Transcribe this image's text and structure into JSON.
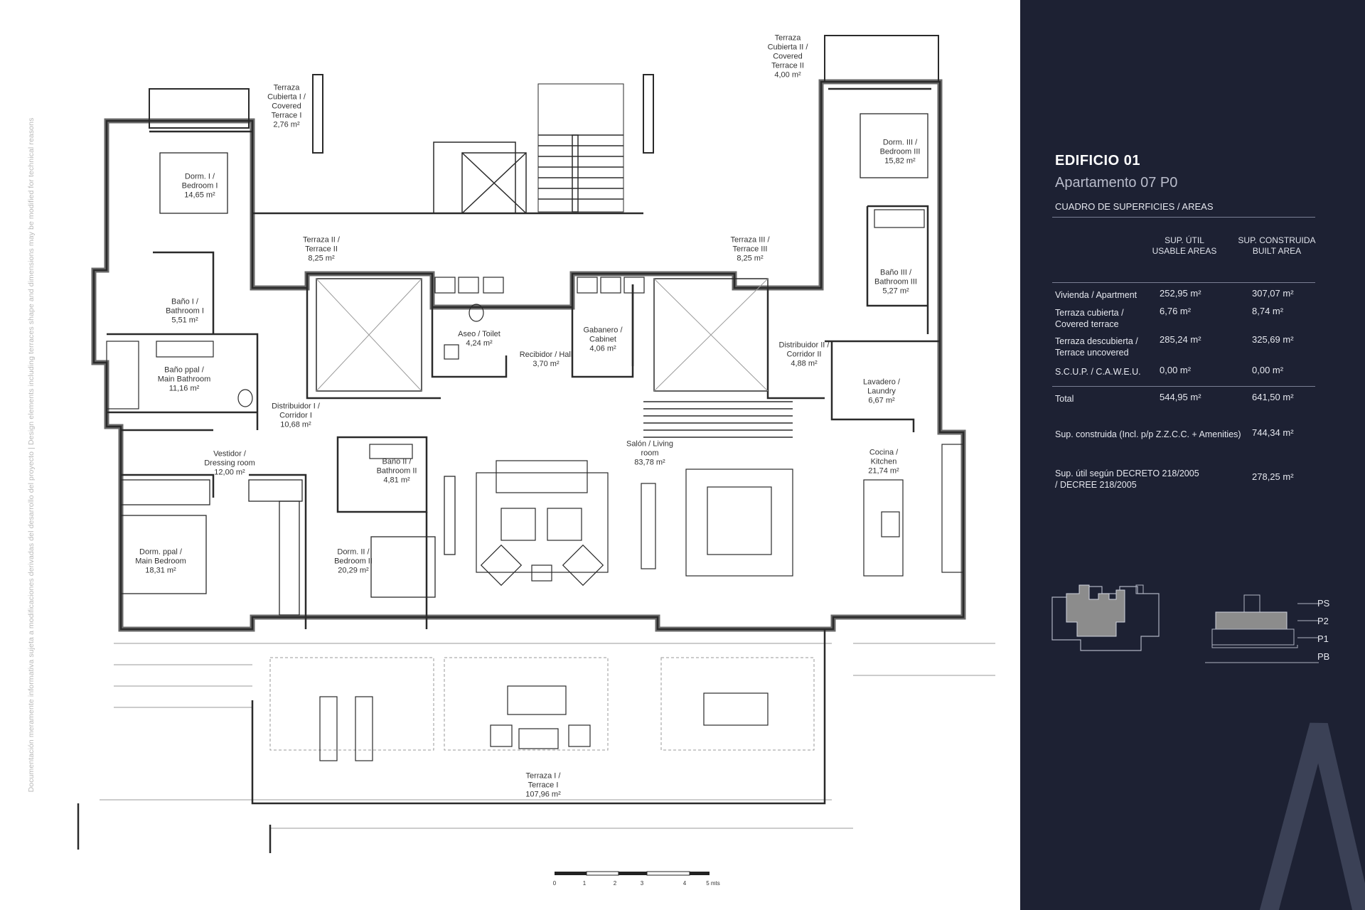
{
  "side_note": "Documentación meramente informativa sujeta a modificaciones derivadas del desarrollo del proyecto | Design elements including terraces shape and dimensions may be modified for technical reasons",
  "rooms": [
    {
      "id": "terraza-cubierta-1",
      "lines": [
        "Terraza",
        "Cubierta I /",
        "Covered",
        "Terrace I",
        "2,76 m²"
      ]
    },
    {
      "id": "terraza-cubierta-2",
      "lines": [
        "Terraza",
        "Cubierta II /",
        "Covered",
        "Terrace II",
        "4,00 m²"
      ]
    },
    {
      "id": "dorm-1",
      "lines": [
        "Dorm. I /",
        "Bedroom I",
        "14,65 m²"
      ]
    },
    {
      "id": "dorm-3",
      "lines": [
        "Dorm. III /",
        "Bedroom III",
        "15,82 m²"
      ]
    },
    {
      "id": "terraza-2",
      "lines": [
        "Terraza II /",
        "Terrace II",
        "8,25 m²"
      ]
    },
    {
      "id": "terraza-3",
      "lines": [
        "Terraza III /",
        "Terrace III",
        "8,25 m²"
      ]
    },
    {
      "id": "bano-3",
      "lines": [
        "Baño III /",
        "Bathroom III",
        "5,27 m²"
      ]
    },
    {
      "id": "bano-1",
      "lines": [
        "Baño I /",
        "Bathroom I",
        "5,51 m²"
      ]
    },
    {
      "id": "aseo",
      "lines": [
        "Aseo / Toilet",
        "4,24 m²"
      ]
    },
    {
      "id": "gabanero",
      "lines": [
        "Gabanero /",
        "Cabinet",
        "4,06 m²"
      ]
    },
    {
      "id": "recibidor",
      "lines": [
        "Recibidor / Hall",
        "3,70 m²"
      ]
    },
    {
      "id": "distribuidor-2",
      "lines": [
        "Distribuidor II /",
        "Corridor II",
        "4,88 m²"
      ]
    },
    {
      "id": "bano-ppal",
      "lines": [
        "Baño ppal /",
        "Main Bathroom",
        "11,16 m²"
      ]
    },
    {
      "id": "lavadero",
      "lines": [
        "Lavadero /",
        "Laundry",
        "6,67 m²"
      ]
    },
    {
      "id": "distribuidor-1",
      "lines": [
        "Distribuidor I /",
        "Corridor I",
        "10,68 m²"
      ]
    },
    {
      "id": "salon",
      "lines": [
        "Salón / Living",
        "room",
        "83,78 m²"
      ]
    },
    {
      "id": "vestidor",
      "lines": [
        "Vestidor /",
        "Dressing room",
        "12,00 m²"
      ]
    },
    {
      "id": "bano-2",
      "lines": [
        "Baño II /",
        "Bathroom II",
        "4,81 m²"
      ]
    },
    {
      "id": "cocina",
      "lines": [
        "Cocina /",
        "Kitchen",
        "21,74 m²"
      ]
    },
    {
      "id": "dorm-ppal",
      "lines": [
        "Dorm. ppal /",
        "Main Bedroom",
        "18,31 m²"
      ]
    },
    {
      "id": "dorm-2",
      "lines": [
        "Dorm. II /",
        "Bedroom II",
        "20,29 m²"
      ]
    },
    {
      "id": "terraza-1",
      "lines": [
        "Terraza I /",
        "Terrace I",
        "107,96 m²"
      ]
    }
  ],
  "scale_bar": {
    "ticks": [
      "0",
      "1",
      "2",
      "3",
      "4",
      "5 mts"
    ]
  },
  "panel": {
    "title": "EDIFICIO 01",
    "subtitle": "Apartamento 07 P0",
    "section": "CUADRO DE SUPERFICIES / AREAS",
    "col_usable": [
      "SUP. ÚTIL",
      "USABLE AREAS"
    ],
    "col_built": [
      "SUP. CONSTRUIDA",
      "BUILT AREA"
    ],
    "rows": [
      {
        "label": [
          "Vivienda / Apartment"
        ],
        "usable": "252,95 m²",
        "built": "307,07 m²"
      },
      {
        "label": [
          "Terraza cubierta /",
          "Covered terrace"
        ],
        "usable": "6,76 m²",
        "built": "8,74 m²"
      },
      {
        "label": [
          "Terraza descubierta /",
          "Terrace uncovered"
        ],
        "usable": "285,24 m²",
        "built": "325,69 m²"
      },
      {
        "label": [
          "S.C.U.P. / C.A.W.E.U."
        ],
        "usable": "0,00 m²",
        "built": "0,00 m²"
      }
    ],
    "total": {
      "label": "Total",
      "usable": "544,95 m²",
      "built": "641,50 m²"
    },
    "sup_construida": {
      "label": "Sup. construida (Incl. p/p Z.Z.C.C. + Amenities)",
      "value": "744,34 m²"
    },
    "sup_util": {
      "label": [
        "Sup. útil según DECRETO 218/2005",
        "/ DECREE 218/2005"
      ],
      "value": "278,25 m²"
    },
    "levels": [
      "PS",
      "P2",
      "P1",
      "PB"
    ],
    "colors": {
      "background": "#1d2133",
      "highlight": "#8c8c8c"
    }
  }
}
